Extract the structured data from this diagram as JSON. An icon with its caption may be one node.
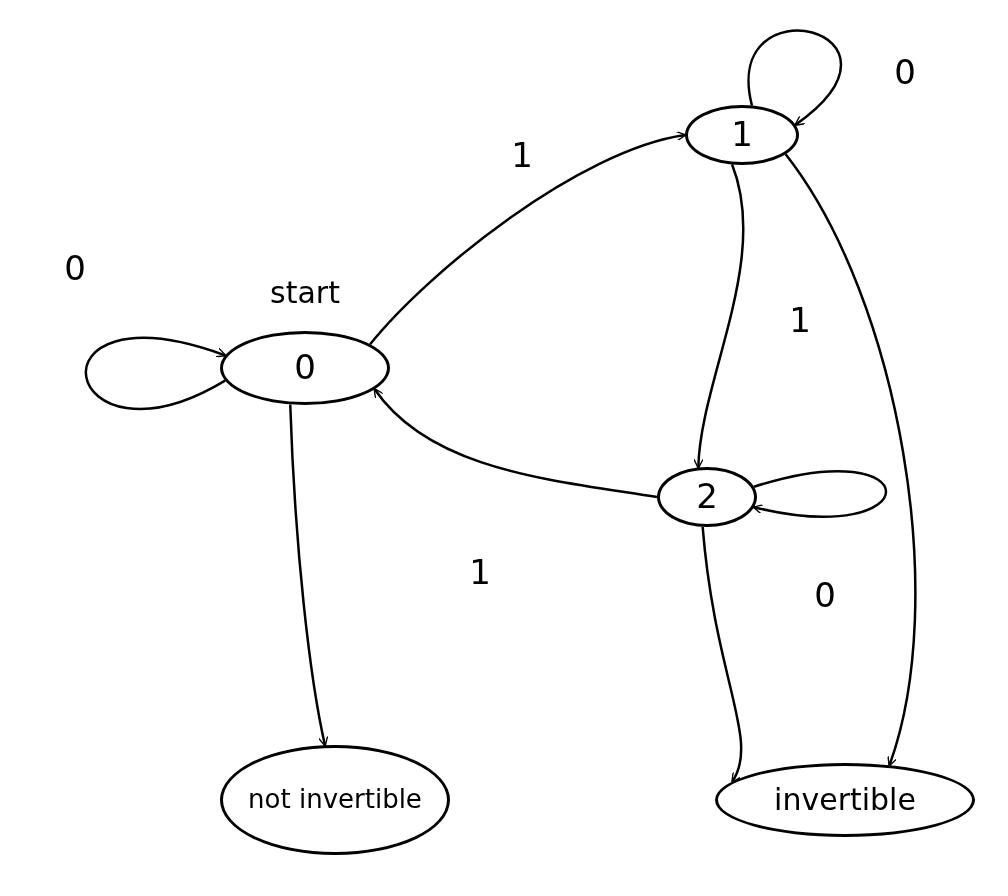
{
  "diagram": {
    "nodes": [
      {
        "text": [
          "0"
        ],
        "beside": [
          "start"
        ]
      },
      {
        "text": [
          "1"
        ]
      },
      {
        "text": [
          "2"
        ]
      },
      {
        "text": [
          "not invertible"
        ]
      },
      {
        "text": [
          "invertible"
        ]
      }
    ],
    "edges": [
      {
        "from": 0,
        "to": 0,
        "arrow": "to",
        "label": "0"
      },
      {
        "from": 0,
        "to": 1,
        "arrow": "to",
        "label": "1"
      },
      {
        "from": 1,
        "to": 1,
        "arrow": "to",
        "label": "0"
      },
      {
        "from": 1,
        "to": 2,
        "arrow": "to",
        "label": "1"
      },
      {
        "from": 2,
        "to": 0,
        "arrow": "to",
        "label": "1"
      },
      {
        "from": 2,
        "to": 2,
        "arrow": "to",
        "label": "0"
      },
      {
        "from": 0,
        "to": 3,
        "arrow": "to"
      },
      {
        "from": 2,
        "to": 4,
        "arrow": "to"
      },
      {
        "from": 1,
        "to": 4,
        "arrow": "to"
      }
    ]
  }
}
